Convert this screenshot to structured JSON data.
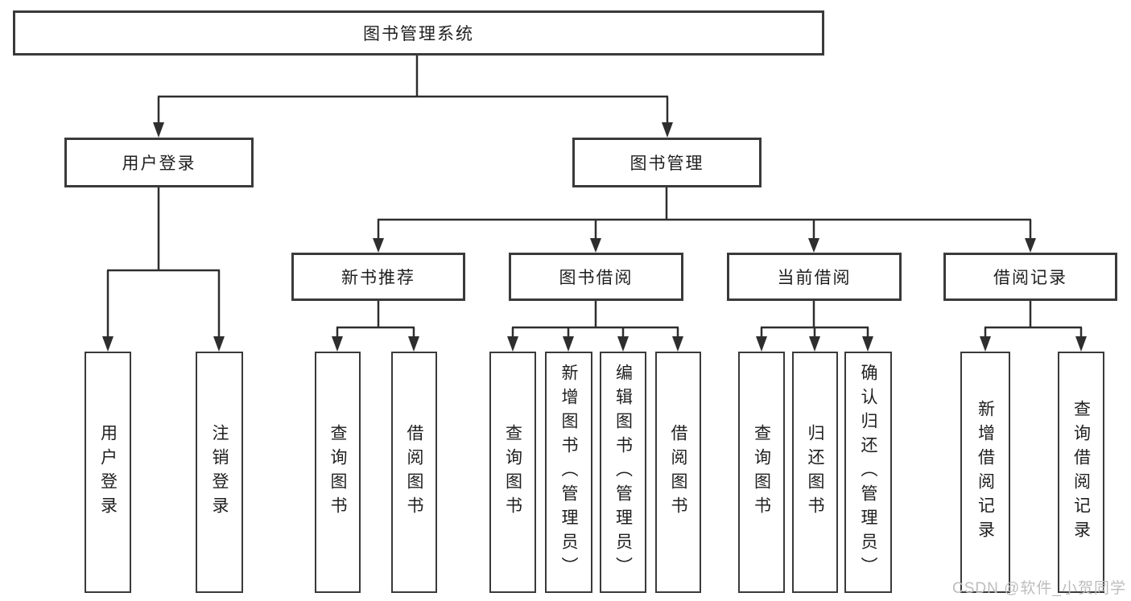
{
  "colors": {
    "background": "#ffffff",
    "box_border": "#3a3a3a",
    "line": "#2e2e2e",
    "text": "#1f1f1f",
    "watermark": "#bdbdbd"
  },
  "watermark": {
    "text": "CSDN @软件_小贺同学"
  },
  "tree": {
    "label": "图书管理系统",
    "children": [
      {
        "label": "用户登录",
        "children": [
          {
            "label": "用户登录"
          },
          {
            "label": "注销登录"
          }
        ]
      },
      {
        "label": "图书管理",
        "children": [
          {
            "label": "新书推荐",
            "children": [
              {
                "label": "查询图书"
              },
              {
                "label": "借阅图书"
              }
            ]
          },
          {
            "label": "图书借阅",
            "children": [
              {
                "label": "查询图书"
              },
              {
                "label": "新增图书（管理员）"
              },
              {
                "label": "编辑图书（管理员）"
              },
              {
                "label": "借阅图书"
              }
            ]
          },
          {
            "label": "当前借阅",
            "children": [
              {
                "label": "查询图书"
              },
              {
                "label": "归还图书"
              },
              {
                "label": "确认归还（管理员）"
              }
            ]
          },
          {
            "label": "借阅记录",
            "children": [
              {
                "label": "新增借阅记录"
              },
              {
                "label": "查询借阅记录"
              }
            ]
          }
        ]
      }
    ]
  }
}
